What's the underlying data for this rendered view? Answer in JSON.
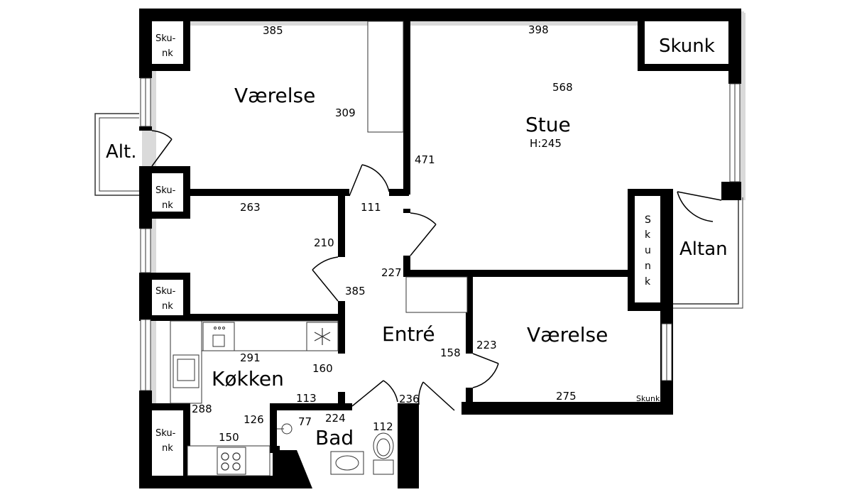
{
  "rooms": {
    "vaerelse_top": "Værelse",
    "stue": "Stue",
    "stue_height": "H:245",
    "entre": "Entré",
    "vaerelse_right": "Værelse",
    "kokken": "Køkken",
    "bad": "Bad",
    "alt": "Alt.",
    "altan": "Altan"
  },
  "closets": {
    "skunk_large": "Skunk",
    "skunk_small": "Skunk",
    "skunk_split_top": "Sku-",
    "skunk_split_bottom": "nk",
    "skunk_vertical": [
      "S",
      "k",
      "u",
      "n",
      "k"
    ]
  },
  "dimensions": {
    "d385_top": "385",
    "d398": "398",
    "d568": "568",
    "d309": "309",
    "d471": "471",
    "d263": "263",
    "d111": "111",
    "d210": "210",
    "d227": "227",
    "d385_mid": "385",
    "d291": "291",
    "d160": "160",
    "d158": "158",
    "d223": "223",
    "d275": "275",
    "d113": "113",
    "d288": "288",
    "d126": "126",
    "d236": "236",
    "d224": "224",
    "d77": "77",
    "d112": "112",
    "d150": "150"
  }
}
